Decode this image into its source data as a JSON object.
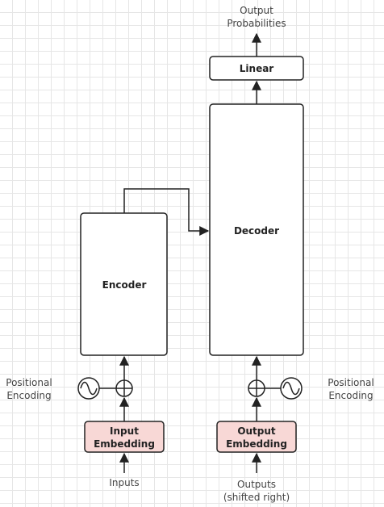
{
  "colors": {
    "stroke": "#222222",
    "embedding_fill": "#f8d8d6",
    "box_fill": "#ffffff",
    "grid": "#e6e6e6"
  },
  "labels": {
    "output_probabilities": [
      "Output",
      "Probabilities"
    ],
    "linear": "Linear",
    "decoder": "Decoder",
    "encoder": "Encoder",
    "input_embedding": [
      "Input",
      "Embedding"
    ],
    "output_embedding": [
      "Output",
      "Embedding"
    ],
    "inputs": "Inputs",
    "outputs": [
      "Outputs",
      "(shifted right)"
    ],
    "positional_encoding_left": [
      "Positional",
      "Encoding"
    ],
    "positional_encoding_right": [
      "Positional",
      "Encoding"
    ]
  },
  "icons": {
    "add": "circle-plus-icon",
    "sine_wave": "sine-wave-icon"
  }
}
